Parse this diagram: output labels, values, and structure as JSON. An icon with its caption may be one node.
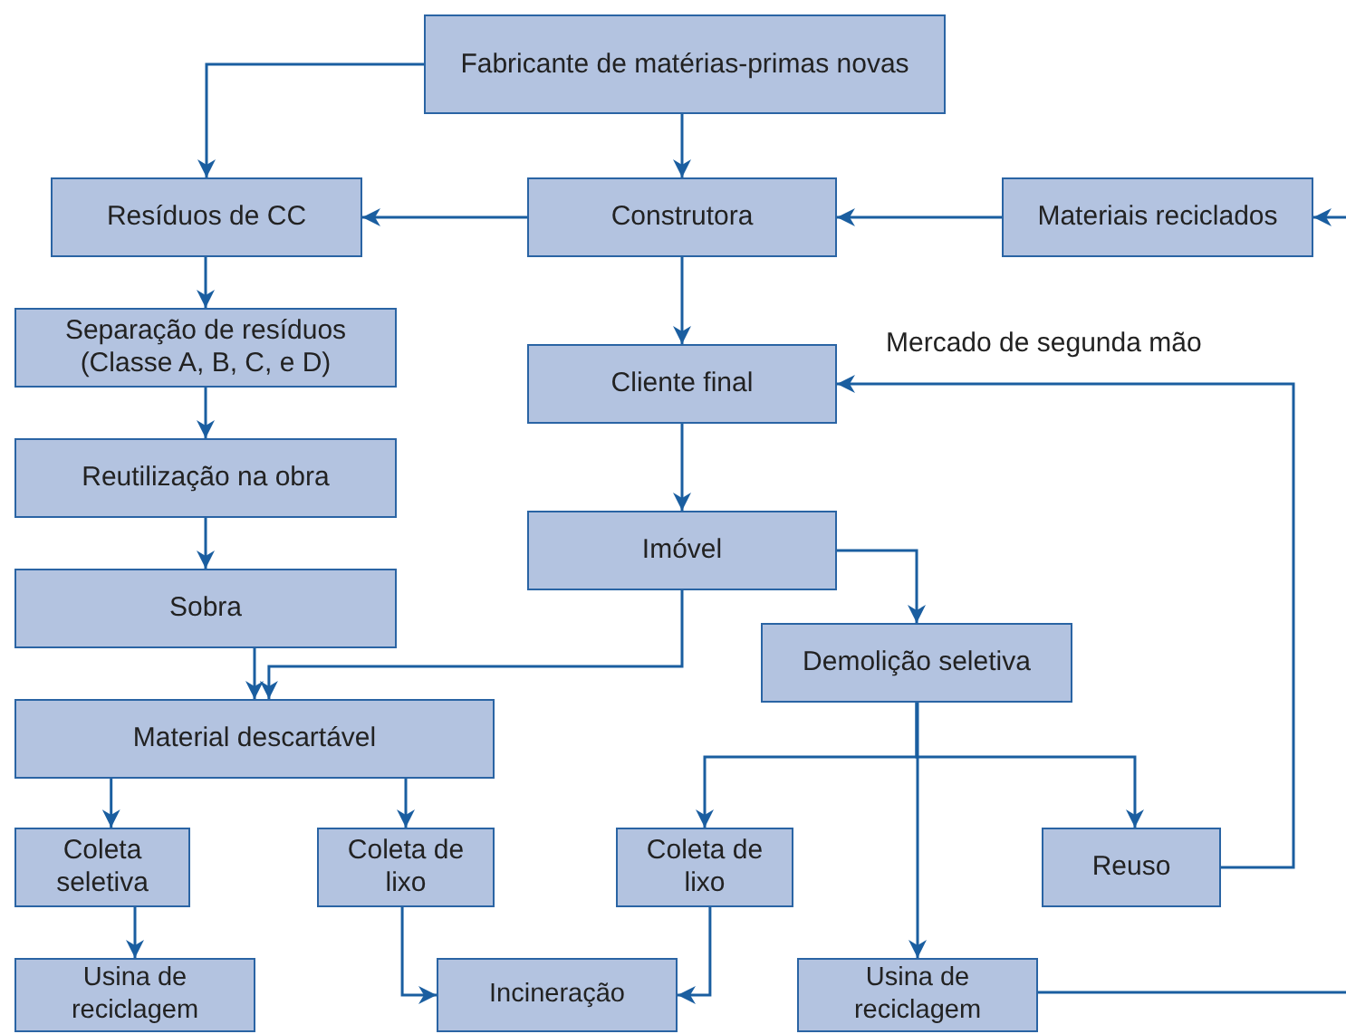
{
  "diagram": {
    "nodes": [
      {
        "text": [
          "Fabricante de matérias-primas novas"
        ]
      },
      {
        "text": [
          "Resíduos de CC"
        ]
      },
      {
        "text": [
          "Construtora"
        ]
      },
      {
        "text": [
          "Materiais reciclados"
        ]
      },
      {
        "text": [
          "Separação de resíduos (Classe A, B, C, e D)"
        ]
      },
      {
        "text": [
          "Cliente final"
        ]
      },
      {
        "text": [
          "Reutilização na obra"
        ]
      },
      {
        "text": [
          "Imóvel"
        ]
      },
      {
        "text": [
          "Sobra"
        ]
      },
      {
        "text": [
          "Demolição seletiva"
        ]
      },
      {
        "text": [
          "Material descartável"
        ]
      },
      {
        "text": [
          "Coleta seletiva"
        ]
      },
      {
        "text": [
          "Coleta de lixo"
        ]
      },
      {
        "text": [
          "Coleta de lixo"
        ]
      },
      {
        "text": [
          "Reuso"
        ]
      },
      {
        "text": [
          "Usina de reciclagem"
        ]
      },
      {
        "text": [
          "Incineração"
        ]
      },
      {
        "text": [
          "Usina de reciclagem"
        ]
      }
    ],
    "edges": [
      {
        "from": 0,
        "to": 1,
        "arrow": "to"
      },
      {
        "from": 0,
        "to": 2,
        "arrow": "to"
      },
      {
        "from": 2,
        "to": 1,
        "arrow": "to"
      },
      {
        "from": 3,
        "to": 2,
        "arrow": "to"
      },
      {
        "from": null,
        "to": 3,
        "arrow": "to"
      },
      {
        "from": 1,
        "to": 4,
        "arrow": "to"
      },
      {
        "from": 2,
        "to": 5,
        "arrow": "to"
      },
      {
        "from": 4,
        "to": 6,
        "arrow": "to"
      },
      {
        "from": 5,
        "to": 7,
        "arrow": "to"
      },
      {
        "from": 6,
        "to": 8,
        "arrow": "to"
      },
      {
        "from": 7,
        "to": 9,
        "arrow": "to"
      },
      {
        "from": 8,
        "to": 10,
        "arrow": "to"
      },
      {
        "from": 7,
        "to": 10,
        "arrow": "to"
      },
      {
        "from": 10,
        "to": 11,
        "arrow": "to"
      },
      {
        "from": 10,
        "to": 12,
        "arrow": "to"
      },
      {
        "from": 9,
        "to": 13,
        "arrow": "to"
      },
      {
        "from": 9,
        "to": 14,
        "arrow": "to"
      },
      {
        "from": 9,
        "to": 17,
        "arrow": "to"
      },
      {
        "from": 14,
        "to": 5,
        "arrow": "to",
        "label": "Mercado de segunda mão"
      },
      {
        "from": 11,
        "to": 15,
        "arrow": "to"
      },
      {
        "from": 12,
        "to": 16,
        "arrow": "to"
      },
      {
        "from": 13,
        "to": 16,
        "arrow": "to"
      },
      {
        "from": 17,
        "to": null,
        "arrow": "none"
      }
    ]
  }
}
